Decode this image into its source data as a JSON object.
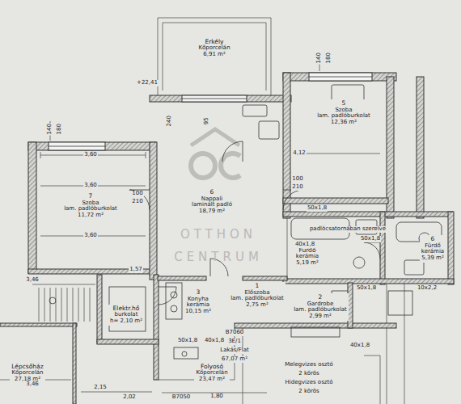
{
  "diagram": {
    "nodes": [
      {
        "text": [
          "Erkély",
          "Kőporcelán",
          "6,91 m²"
        ]
      },
      {
        "text": [
          "5",
          "Szoba",
          "lam. padlóburkolat",
          "12,36 m²"
        ]
      },
      {
        "text": [
          "7",
          "Szoba",
          "lam. padlóburkolat",
          "11,72 m²"
        ]
      },
      {
        "text": [
          "6",
          "Nappali",
          "laminált padló",
          "18,79 m²"
        ]
      },
      {
        "text": [
          "Fürdő",
          "kerámia",
          "5,19 m²"
        ]
      },
      {
        "text": [
          "6",
          "Fürdő",
          "kerámia",
          "5,39 m²"
        ]
      },
      {
        "text": [
          "1",
          "Előszoba",
          "lam. padlóburkolat",
          "2,75 m²"
        ]
      },
      {
        "text": [
          "3",
          "Konyha",
          "kerámia",
          "10,15 m²"
        ]
      },
      {
        "text": [
          "2",
          "Gardrobe",
          "lam. padlóburkolat",
          "2,99 m²"
        ]
      },
      {
        "text": [
          "Elektr.hő",
          "burkolat",
          "h= 2,10 m²"
        ]
      },
      {
        "text": [
          "Folyosó",
          "Kőporcelán",
          "23,47 m²"
        ]
      },
      {
        "text": [
          "Lépcsőház",
          "Kőporcelán",
          "27,18 m²"
        ]
      }
    ],
    "labels": [
      "140",
      "180",
      "3,60",
      "3,60",
      "3,60",
      "4,12",
      "140",
      "180",
      "100",
      "210",
      "100",
      "210",
      "+22,41",
      "240",
      "95",
      "50x1,8",
      "40x1,8",
      "50x1,8",
      "padlócsatornában szerelve",
      "50x1,8",
      "10x2,2",
      "40x1,8",
      "50x1,8",
      "40x1,8",
      "3,46",
      "1,57",
      "2,15",
      "2,02",
      "3,46",
      "1,80",
      "B7060",
      "3E/1",
      "Lakás/Flat",
      "67,07 m²",
      "B7050",
      "Melegvizes osztó",
      "2 körös",
      "Hidegvizes osztó",
      "2 körös",
      "OTTHON",
      "CENTRUM"
    ]
  }
}
